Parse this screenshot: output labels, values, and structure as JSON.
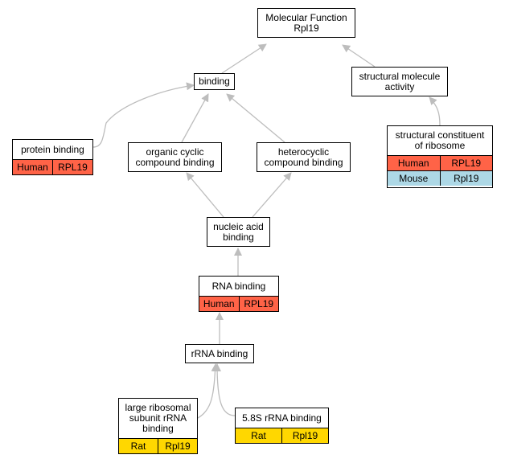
{
  "colors": {
    "human": "#ff6347",
    "mouse": "#add8e6",
    "rat": "#ffd700",
    "edge": "#bdbdbd"
  },
  "nodes": {
    "molecular_function": {
      "title": "Molecular Function\nRpl19"
    },
    "binding": {
      "title": "binding"
    },
    "structural_molecule_activity": {
      "title": "structural molecule\nactivity"
    },
    "protein_binding": {
      "title": "protein binding",
      "species": "Human",
      "gene": "RPL19"
    },
    "organic_cyclic": {
      "title": "organic cyclic\ncompound binding"
    },
    "heterocyclic": {
      "title": "heterocyclic\ncompound binding"
    },
    "structural_constituent": {
      "title": "structural constituent\nof ribosome",
      "rows": [
        {
          "species": "Human",
          "gene": "RPL19"
        },
        {
          "species": "Mouse",
          "gene": "Rpl19"
        }
      ]
    },
    "nucleic_acid": {
      "title": "nucleic acid\nbinding"
    },
    "rna_binding": {
      "title": "RNA binding",
      "species": "Human",
      "gene": "RPL19"
    },
    "rrna_binding": {
      "title": "rRNA binding"
    },
    "large_subunit": {
      "title": "large ribosomal\nsubunit rRNA\nbinding",
      "species": "Rat",
      "gene": "Rpl19"
    },
    "s58_binding": {
      "title": "5.8S rRNA binding",
      "species": "Rat",
      "gene": "Rpl19"
    }
  }
}
